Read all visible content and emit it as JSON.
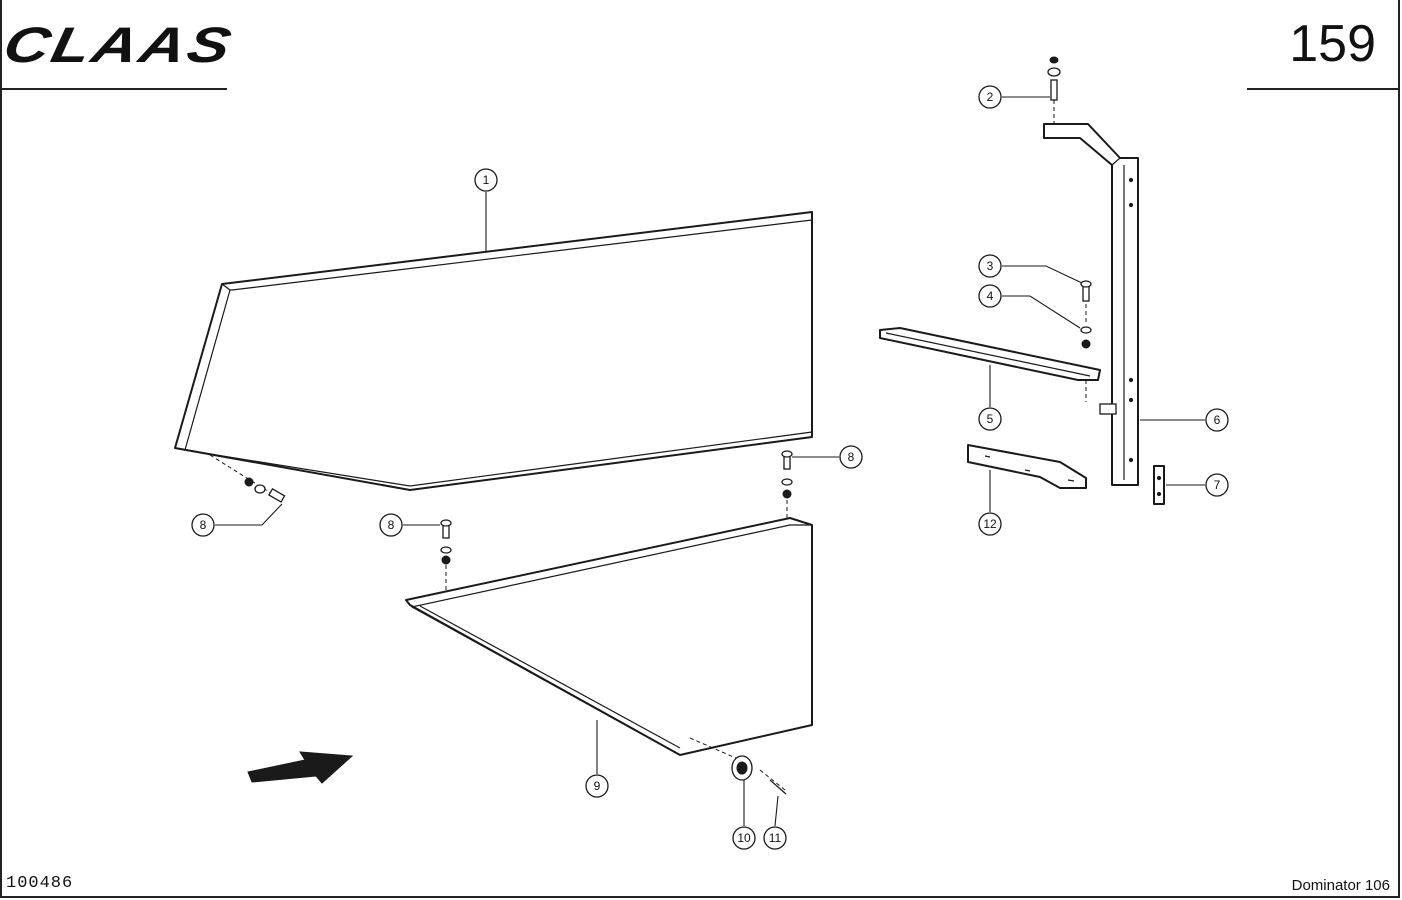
{
  "header": {
    "brand": "CLAAS",
    "page_number": "159"
  },
  "footer": {
    "drawing_number": "100486",
    "model": "Dominator 106"
  },
  "callouts": [
    {
      "number": "1"
    },
    {
      "number": "2"
    },
    {
      "number": "3"
    },
    {
      "number": "4"
    },
    {
      "number": "5"
    },
    {
      "number": "6"
    },
    {
      "number": "7"
    },
    {
      "number": "8"
    },
    {
      "number": "8"
    },
    {
      "number": "8"
    },
    {
      "number": "9"
    },
    {
      "number": "10"
    },
    {
      "number": "11"
    },
    {
      "number": "12"
    }
  ]
}
